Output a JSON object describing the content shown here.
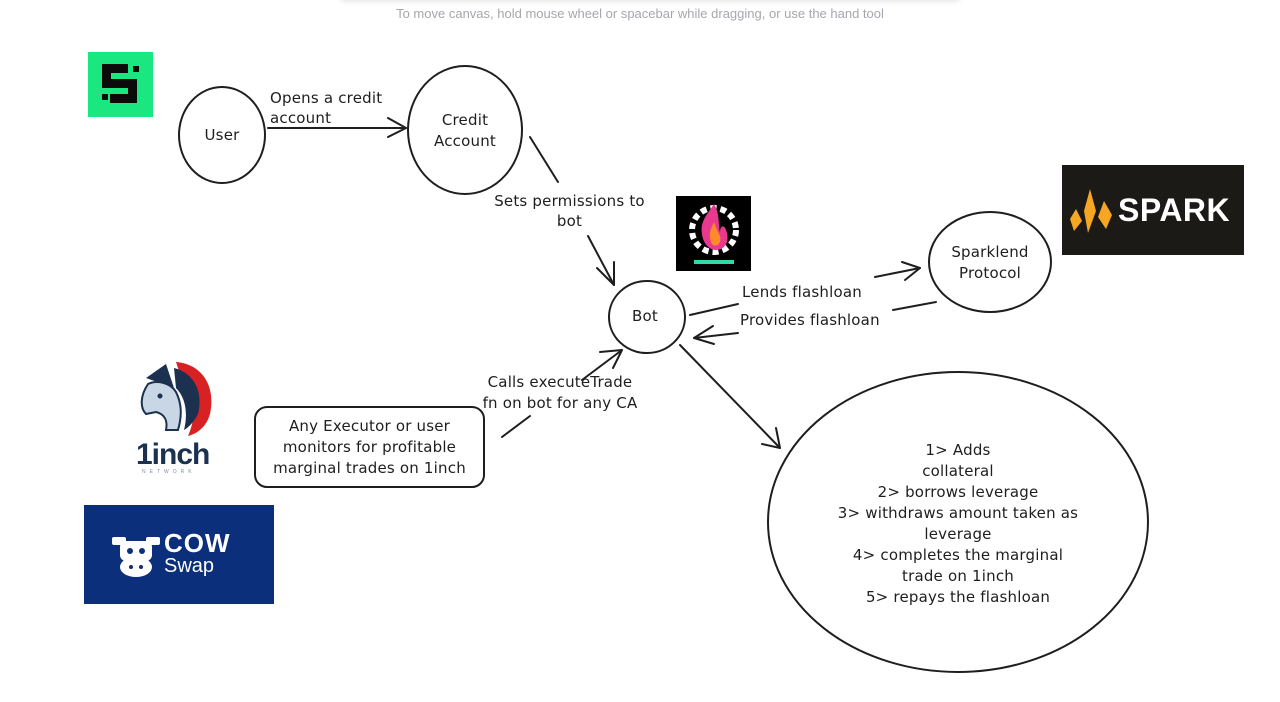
{
  "canvas_hint": "To move canvas, hold mouse wheel or spacebar while dragging, or use the hand tool",
  "nodes": {
    "user": "User",
    "credit_account": [
      "Credit",
      "Account"
    ],
    "bot": "Bot",
    "sparklend": [
      "Sparklend",
      "Protocol"
    ]
  },
  "edge_labels": {
    "opens_credit": [
      "Opens a credit",
      "account"
    ],
    "sets_permissions": [
      "Sets permissions to",
      "bot"
    ],
    "lends_flashloan": "Lends flashloan",
    "provides_flashloan": "Provides flashloan",
    "calls_execute": [
      "Calls executeTrade",
      "fn on bot for any CA"
    ]
  },
  "executor_box": [
    "Any Executor or user",
    "monitors for profitable",
    "marginal trades on 1inch"
  ],
  "steps": [
    "1> Adds",
    "collateral",
    "2> borrows leverage",
    "3> withdraws amount taken as",
    "leverage",
    "4> completes the marginal",
    "trade on 1inch",
    "5> repays the flashloan"
  ],
  "logos": {
    "spark": "SPARK",
    "oneinch": "1inch",
    "oneinch_sub": "NETWORK",
    "cow": "COW",
    "cow_sub": "Swap"
  },
  "colors": {
    "stroke": "#1e1e1e",
    "gearbox_green": "#1ae77f",
    "spark_bg": "#1c1a17",
    "spark_orange": "#f5a623",
    "cow_bg": "#0b2f7a",
    "oneinch_navy": "#1b314f",
    "oneinch_red": "#d82122"
  }
}
